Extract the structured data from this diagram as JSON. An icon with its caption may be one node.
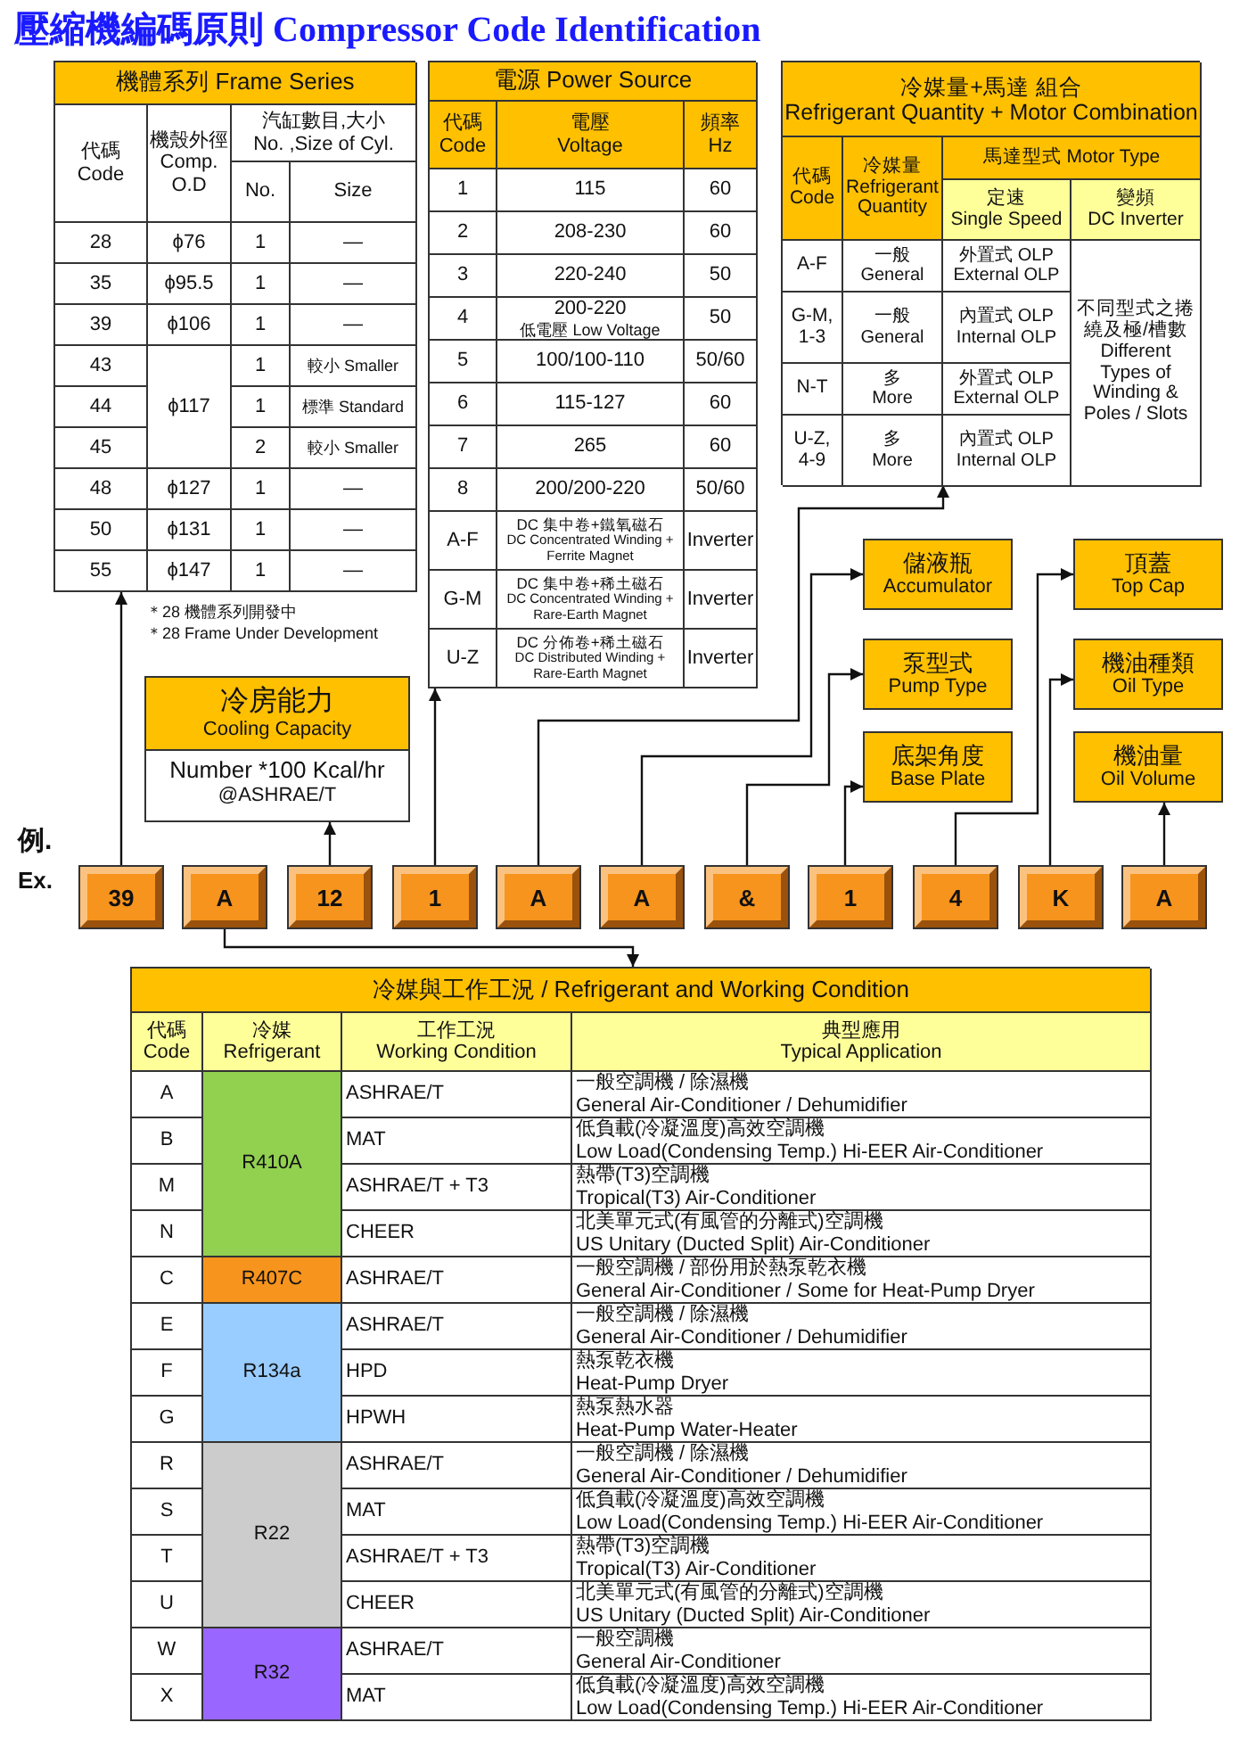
{
  "diagram": {
    "title": "壓縮機編碼原則 Compressor Code Identification",
    "nodes": [
      {
        "text": [
          "機體系列 Frame Series",
          "代碼",
          "Code",
          "機殼外徑",
          "Comp. O.D",
          "汽缸數目,大小",
          "No. ,Size of Cyl.",
          "No.",
          "Size",
          "28",
          "ϕ76",
          "1",
          "—",
          "35",
          "ϕ95.5",
          "1",
          "—",
          "39",
          "ϕ106",
          "1",
          "—",
          "43",
          "ϕ117",
          "1",
          "較小 Smaller",
          "44",
          "1",
          "標準 Standard",
          "45",
          "2",
          "較小 Smaller",
          "48",
          "ϕ127",
          "1",
          "—",
          "50",
          "ϕ131",
          "1",
          "—",
          "55",
          "ϕ147",
          "1",
          "—"
        ],
        "beside": [
          "＊28 機體系列開發中",
          "＊28 Frame Under Development"
        ]
      },
      {
        "text": [
          "電源 Power Source",
          "代碼",
          "Code",
          "電壓",
          "Voltage",
          "頻率",
          "Hz",
          "1",
          "115",
          "60",
          "2",
          "208-230",
          "60",
          "3",
          "220-240",
          "50",
          "4",
          "200-220",
          "低電壓 Low Voltage",
          "50",
          "5",
          "100/100-110",
          "50/60",
          "6",
          "115-127",
          "60",
          "7",
          "265",
          "60",
          "8",
          "200/200-220",
          "50/60",
          "A-F",
          "DC 集中卷+鐵氧磁石",
          "DC Concentrated Winding + Ferrite Magnet",
          "Inverter",
          "G-M",
          "DC 集中卷+稀土磁石",
          "DC Concentrated Winding + Rare-Earth Magnet",
          "Inverter",
          "U-Z",
          "DC 分佈卷+稀土磁石",
          "DC Distributed Winding + Rare-Earth Magnet",
          "Inverter"
        ]
      },
      {
        "text": [
          "冷媒量+馬達 組合",
          "Refrigerant Quantity + Motor Combination",
          "代碼",
          "Code",
          "冷媒量",
          "Refrigerant Quantity",
          "馬達型式 Motor Type",
          "定速",
          "Single Speed",
          "變頻",
          "DC Inverter",
          "A-F",
          "一般",
          "General",
          "外置式 OLP",
          "External OLP",
          "不同型式之捲繞及極/槽數",
          "Different Types of Winding & Poles / Slots",
          "G-M, 1-3",
          "一般",
          "General",
          "內置式 OLP",
          "Internal OLP",
          "N-T",
          "多",
          "More",
          "外置式 OLP",
          "External OLP",
          "U-Z, 4-9",
          "多",
          "More",
          "內置式 OLP",
          "Internal OLP"
        ]
      },
      {
        "text": [
          "儲液瓶",
          "Accumulator"
        ]
      },
      {
        "text": [
          "頂蓋",
          "Top Cap"
        ]
      },
      {
        "text": [
          "泵型式",
          "Pump Type"
        ]
      },
      {
        "text": [
          "機油種類",
          "Oil Type"
        ]
      },
      {
        "text": [
          "冷房能力",
          "Cooling Capacity",
          "Number *100 Kcal/hr",
          "@ASHRAE/T"
        ]
      },
      {
        "text": [
          "底架角度",
          "Base Plate"
        ]
      },
      {
        "text": [
          "機油量",
          "Oil Volume"
        ]
      },
      {
        "text": [
          "39"
        ]
      },
      {
        "text": [
          "A"
        ]
      },
      {
        "text": [
          "12"
        ]
      },
      {
        "text": [
          "1"
        ]
      },
      {
        "text": [
          "A"
        ]
      },
      {
        "text": [
          "A"
        ]
      },
      {
        "text": [
          "&"
        ]
      },
      {
        "text": [
          "1"
        ]
      },
      {
        "text": [
          "4"
        ]
      },
      {
        "text": [
          "K"
        ]
      },
      {
        "text": [
          "A"
        ]
      },
      {
        "text": [
          "冷媒與工作工況 / Refrigerant and Working Condition",
          "代碼",
          "Code",
          "冷媒",
          "Refrigerant",
          "工作工況",
          "Working Condition",
          "典型應用",
          "Typical Application",
          "A",
          "R410A",
          "ASHRAE/T",
          "一般空調機 / 除濕機",
          "General Air-Conditioner / Dehumidifier",
          "B",
          "MAT",
          "低負載(冷凝溫度)高效空調機",
          "Low Load(Condensing Temp.) Hi-EER Air-Conditioner",
          "M",
          "ASHRAE/T + T3",
          "熱帶(T3)空調機",
          "Tropical(T3) Air-Conditioner",
          "N",
          "CHEER",
          "北美單元式(有風管的分離式)空調機",
          "US Unitary (Ducted Split) Air-Conditioner",
          "C",
          "R407C",
          "ASHRAE/T",
          "一般空調機 / 部份用於熱泵乾衣機",
          "General Air-Conditioner / Some for Heat-Pump Dryer",
          "E",
          "R134a",
          "ASHRAE/T",
          "一般空調機 / 除濕機",
          "General Air-Conditioner / Dehumidifier",
          "F",
          "HPD",
          "熱泵乾衣機",
          "Heat-Pump Dryer",
          "G",
          "HPWH",
          "熱泵熱水器",
          "Heat-Pump Water-Heater",
          "R",
          "R22",
          "ASHRAE/T",
          "一般空調機 / 除濕機",
          "General Air-Conditioner / Dehumidifier",
          "S",
          "MAT",
          "低負載(冷凝溫度)高效空調機",
          "Low Load(Condensing Temp.) Hi-EER Air-Conditioner",
          "T",
          "ASHRAE/T + T3",
          "熱帶(T3)空調機",
          "Tropical(T3) Air-Conditioner",
          "U",
          "CHEER",
          "北美單元式(有風管的分離式)空調機",
          "US Unitary (Ducted Split) Air-Conditioner",
          "W",
          "R32",
          "ASHRAE/T",
          "一般空調機",
          "General Air-Conditioner",
          "X",
          "MAT",
          "低負載(冷凝溫度)高效空調機",
          "Low Load(Condensing Temp.) Hi-EER Air-Conditioner"
        ]
      }
    ],
    "edges": [
      {
        "from": 10,
        "to": 0,
        "arrow": "to"
      },
      {
        "from": 11,
        "to": 21,
        "arrow": "to"
      },
      {
        "from": 12,
        "to": 7,
        "arrow": "to"
      },
      {
        "from": 13,
        "to": 1,
        "arrow": "to"
      },
      {
        "from": 14,
        "to": 2,
        "arrow": "to"
      },
      {
        "from": 15,
        "to": 3,
        "arrow": "to"
      },
      {
        "from": 16,
        "to": 5,
        "arrow": "to"
      },
      {
        "from": 17,
        "to": 8,
        "arrow": "to"
      },
      {
        "from": 18,
        "to": 4,
        "arrow": "to"
      },
      {
        "from": 19,
        "to": 6,
        "arrow": "to"
      },
      {
        "from": 20,
        "to": 9,
        "arrow": "to"
      }
    ],
    "labels": [
      "例.",
      "Ex."
    ]
  }
}
